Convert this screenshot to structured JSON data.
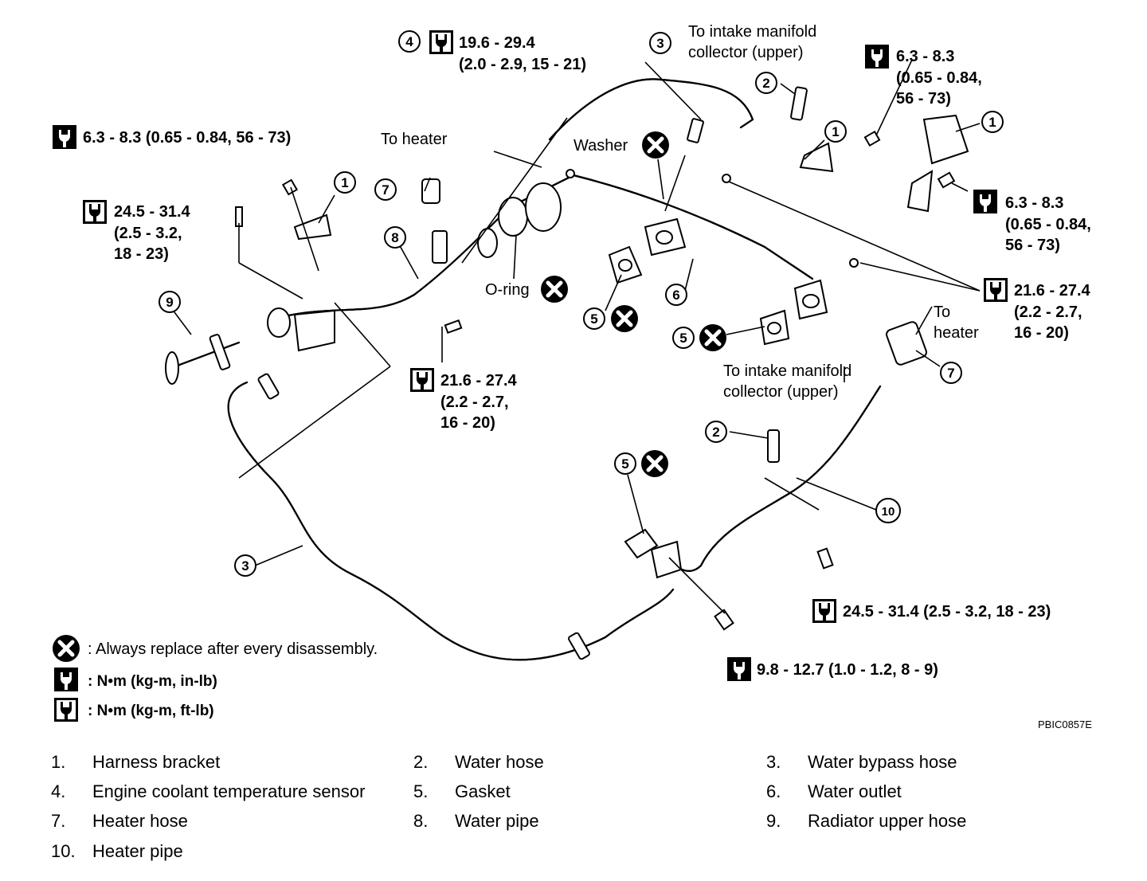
{
  "callouts": {
    "c1": "1",
    "c2": "2",
    "c3": "3",
    "c4": "4",
    "c5": "5",
    "c6": "6",
    "c7": "7",
    "c8": "8",
    "c9": "9",
    "c10": "10"
  },
  "labels": {
    "to_intake_top_1": "To intake manifold",
    "to_intake_top_2": "collector (upper)",
    "to_intake_mid_1": "To intake manifold",
    "to_intake_mid_2": "collector (upper)",
    "to_heater_left": "To heater",
    "to_heater_right_1": "To",
    "to_heater_right_2": "heater",
    "washer": "Washer",
    "oring": "O-ring",
    "code": "PBIC0857E"
  },
  "torques": {
    "t4_line1": "19.6 - 29.4",
    "t4_line2": "(2.0 - 2.9, 15 - 21)",
    "t_bracket_top": "6.3 - 8.3 (0.65 - 0.84, 56 - 73)",
    "t_tr1_line1": "6.3 - 8.3",
    "t_tr1_line2": "(0.65 - 0.84,",
    "t_tr1_line3": "56 - 73)",
    "t_tr2_line1": "6.3 - 8.3",
    "t_tr2_line2": "(0.65 - 0.84,",
    "t_tr2_line3": "56 - 73)",
    "t_left_line1": "24.5 - 31.4",
    "t_left_line2": "(2.5 - 3.2,",
    "t_left_line3": "18 - 23)",
    "t_mid_line1": "21.6 - 27.4",
    "t_mid_line2": "(2.2 - 2.7,",
    "t_mid_line3": "16 - 20)",
    "t_right_line1": "21.6 - 27.4",
    "t_right_line2": "(2.2 - 2.7,",
    "t_right_line3": "16 - 20)",
    "t_bottom_right": "24.5 - 31.4 (2.5 - 3.2, 18 - 23)",
    "t_bottom": "9.8 - 12.7 (1.0 - 1.2, 8 - 9)"
  },
  "key": {
    "replace": ": Always replace after every disassembly.",
    "nm_inlb": ": N•m  (kg-m,  in-lb)",
    "nm_ftlb": ": N•m  (kg-m,  ft-lb)"
  },
  "parts": [
    {
      "num": "1.",
      "name": "Harness bracket"
    },
    {
      "num": "2.",
      "name": "Water hose"
    },
    {
      "num": "3.",
      "name": "Water bypass hose"
    },
    {
      "num": "4.",
      "name": "Engine coolant temperature sensor"
    },
    {
      "num": "5.",
      "name": "Gasket"
    },
    {
      "num": "6.",
      "name": "Water outlet"
    },
    {
      "num": "7.",
      "name": "Heater hose"
    },
    {
      "num": "8.",
      "name": "Water pipe"
    },
    {
      "num": "9.",
      "name": "Radiator upper hose"
    },
    {
      "num": "10.",
      "name": "Heater pipe"
    }
  ]
}
